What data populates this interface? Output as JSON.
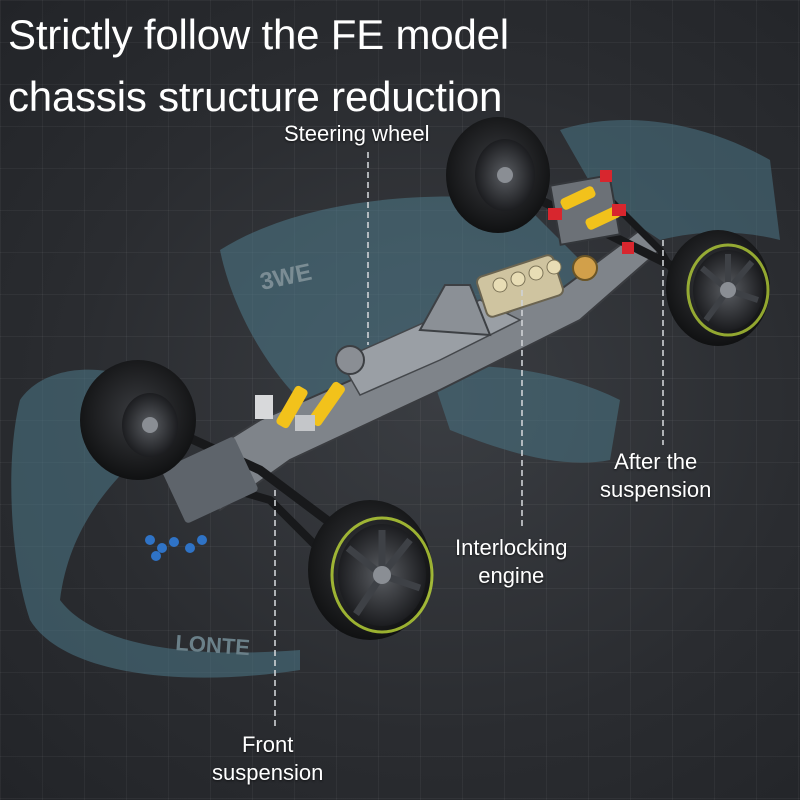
{
  "headline": {
    "line1": "Strictly follow the FE model",
    "line2": "chassis structure reduction"
  },
  "callouts": {
    "steering_wheel": "Steering wheel",
    "after_suspension_line1": "After the",
    "after_suspension_line2": "suspension",
    "interlocking_engine_line1": "Interlocking",
    "interlocking_engine_line2": "engine",
    "front_suspension_line1": "Front",
    "front_suspension_line2": "suspension"
  },
  "model_lettering": {
    "front_wing": "LONTE",
    "rear_wing": "3WE"
  },
  "colors": {
    "background": "#2a2c30",
    "body_ghost": "#5d8a9a",
    "chassis_grey": "#8a8e94",
    "beam_dark": "#2b2d31",
    "accent_yellow": "#f2c21b",
    "accent_red": "#d8262e",
    "tire": "#1d1e20",
    "rim_ring": "#c8e63a"
  },
  "icons": [
    "front-left-wheel-icon",
    "front-right-wheel-icon",
    "rear-left-wheel-icon",
    "rear-right-wheel-icon"
  ]
}
